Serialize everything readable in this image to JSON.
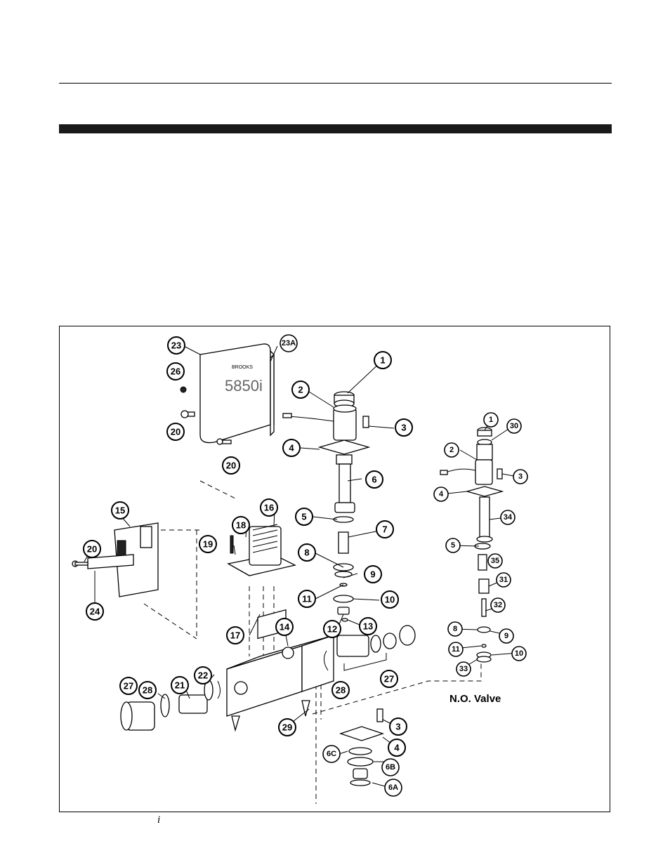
{
  "figure": {
    "valve_label": "N.O. Valve",
    "callouts": {
      "c23": "23",
      "c23a": "23A",
      "c26": "26",
      "c20a": "20",
      "c20b": "20",
      "c1": "1",
      "c2": "2",
      "c3": "3",
      "c4": "4",
      "c6": "6",
      "c5": "5",
      "c7": "7",
      "c8": "8",
      "c9": "9",
      "c11": "11",
      "c10": "10",
      "c12": "12",
      "c13": "13",
      "c15": "15",
      "c16": "16",
      "c18": "18",
      "c19": "19",
      "c20c": "20",
      "c24": "24",
      "c17": "17",
      "c14": "14",
      "c27a": "27",
      "c28a": "28",
      "c21": "21",
      "c22": "22",
      "c29": "29",
      "c28b": "28",
      "c27b": "27",
      "c3b": "3",
      "c4b": "4",
      "c6c": "6C",
      "c6b": "6B",
      "c6a": "6A",
      "n1": "1",
      "n30": "30",
      "n2": "2",
      "n3": "3",
      "n4": "4",
      "n34": "34",
      "n5": "5",
      "n35": "35",
      "n31": "31",
      "n32": "32",
      "n8": "8",
      "n9": "9",
      "n11": "11",
      "n10": "10",
      "n33": "33"
    }
  },
  "footer": {
    "page_marker": "i"
  }
}
